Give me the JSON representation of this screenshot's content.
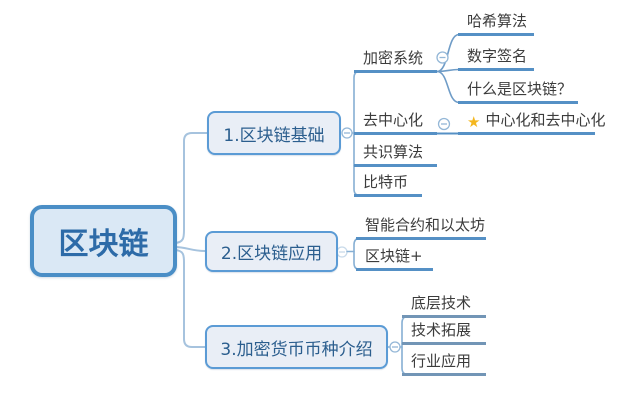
{
  "colors": {
    "root_border": "#4a8ec6",
    "root_fill": "#dae8f5",
    "root_text": "#2d6ba8",
    "branch_border": "#5b9bd5",
    "branch_fill": "#e9eef6",
    "branch_text": "#2b5e8e",
    "topic_text": "#3c3c3c",
    "underline_blue": "#5590c5",
    "underline_gray_blue": "#7295b6",
    "connector": "#a6c3de",
    "star": "#f4b71f"
  },
  "mindmap": {
    "root": {
      "label": "区块链"
    },
    "branches": [
      {
        "label": "1.区块链基础",
        "children": [
          {
            "label": "加密系统",
            "children": [
              {
                "label": "哈希算法"
              },
              {
                "label": "数字签名"
              },
              {
                "label": "什么是区块链？"
              }
            ]
          },
          {
            "label": "去中心化",
            "children": [
              {
                "label": "中心化和去中心化",
                "marker": "star"
              }
            ]
          },
          {
            "label": "共识算法"
          },
          {
            "label": "比特币"
          }
        ]
      },
      {
        "label": "2.区块链应用",
        "children": [
          {
            "label": "智能合约和以太坊"
          },
          {
            "label": "区块链+"
          }
        ]
      },
      {
        "label": "3.加密货币币种介绍",
        "children": [
          {
            "label": "底层技术"
          },
          {
            "label": "技术拓展"
          },
          {
            "label": "行业应用"
          }
        ]
      }
    ]
  }
}
